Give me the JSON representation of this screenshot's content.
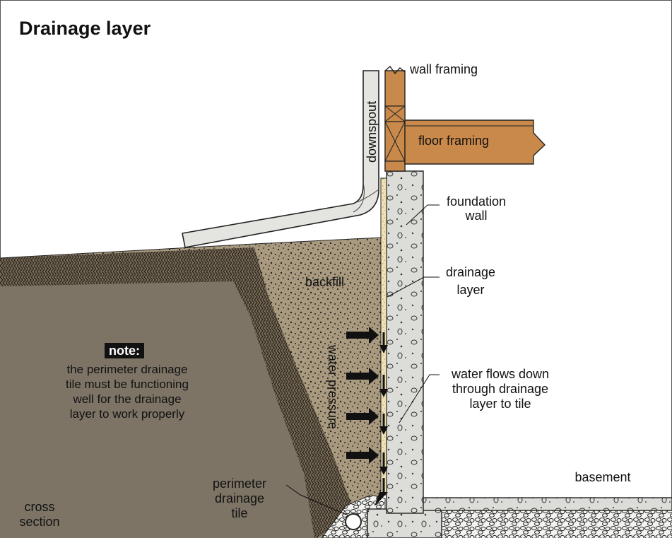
{
  "title": "Drainage layer",
  "labels": {
    "wall_framing": "wall framing",
    "floor_framing": "floor framing",
    "downspout": "downspout",
    "foundation_wall": [
      "foundation",
      "wall"
    ],
    "drainage_layer": [
      "drainage",
      "layer"
    ],
    "backfill": "backfill",
    "water_pressure": "water pressure",
    "water_flows": [
      "water flows down",
      "through drainage",
      "layer to tile"
    ],
    "basement": "basement",
    "perimeter_tile": [
      "perimeter",
      "drainage",
      "tile"
    ],
    "cross_section": [
      "cross",
      "section"
    ]
  },
  "note": {
    "badge": "note:",
    "lines": [
      "the perimeter drainage",
      "tile must be functioning",
      "well for the drainage",
      "layer to work properly"
    ]
  },
  "colors": {
    "native_soil": "#7d7466",
    "soil_border": "#6a604f",
    "backfill": "#a8997f",
    "concrete": "#dcdcd8",
    "wood": "#c8894a",
    "gravel": "#efefec",
    "drainage_layer": "#f0e2b4"
  }
}
